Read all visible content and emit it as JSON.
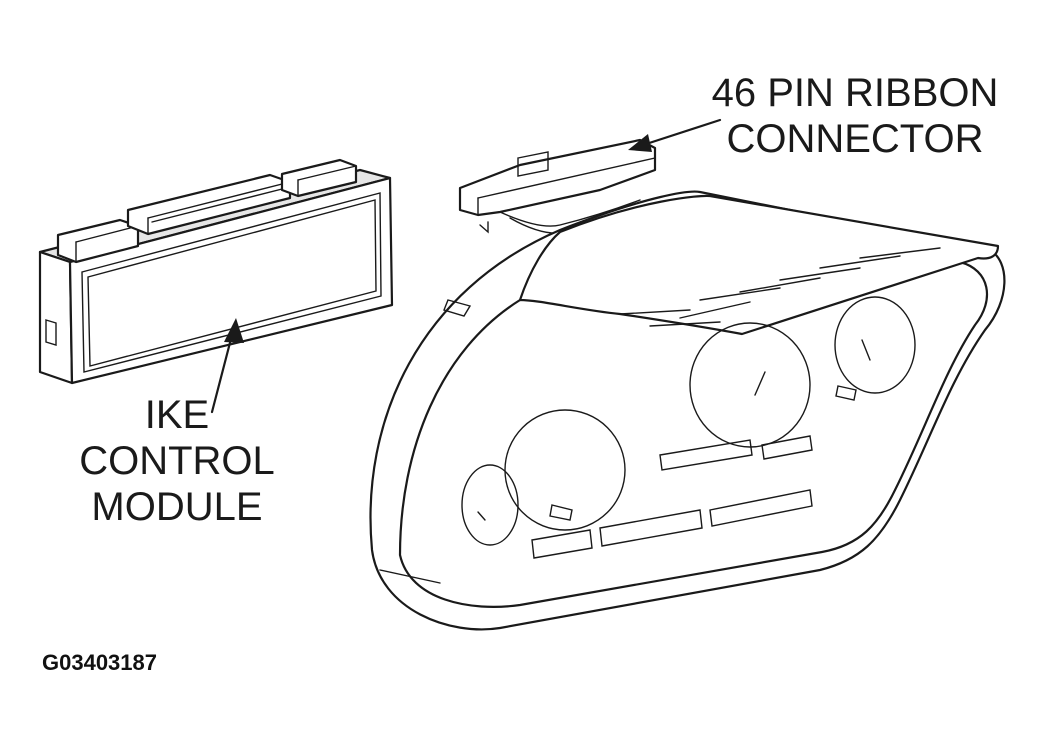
{
  "labels": {
    "connector_line1": "46 PIN RIBBON",
    "connector_line2": "CONNECTOR",
    "ike_line1": "IKE",
    "ike_line2": "CONTROL",
    "ike_line3": "MODULE"
  },
  "figure_id": "G03403187"
}
